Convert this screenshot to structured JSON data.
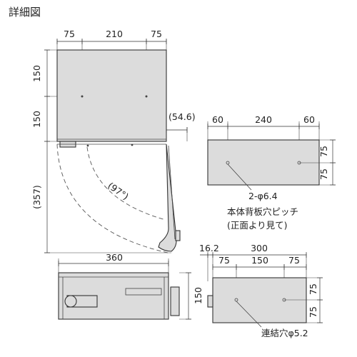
{
  "title": "詳細図",
  "front": {
    "top_left": "75",
    "top_mid": "210",
    "top_right": "75",
    "h_upper": "150",
    "h_lower": "150",
    "side_depth": "(54.6)",
    "swing_height": "(357)",
    "angle": "(97°)"
  },
  "bottom": {
    "width": "360",
    "height": "150"
  },
  "back": {
    "w_left": "60",
    "w_mid": "240",
    "w_right": "60",
    "h_upper": "75",
    "h_lower": "75",
    "hole_label": "2-φ6.4",
    "note_line1": "本体背板穴ピッチ",
    "note_line2": "(正面より見て)"
  },
  "side": {
    "offset": "16.2",
    "total": "300",
    "w_left": "75",
    "w_mid": "150",
    "w_right": "75",
    "h_upper": "75",
    "h_lower": "75",
    "hole_label": "連結穴φ5.2"
  },
  "colors": {
    "panel": "#dcdcdc",
    "line": "#333333"
  }
}
